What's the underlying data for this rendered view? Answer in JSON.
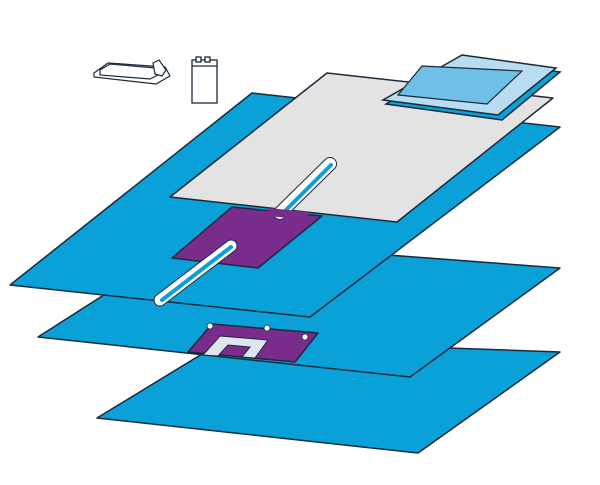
{
  "diagram": {
    "description_free": true,
    "colors": {
      "sheet_blue": "#0aa0d8",
      "sheet_gray": "#e3e3e3",
      "patch_purple": "#7a2c8c",
      "tablet_light": "#b9dcf0",
      "tablet_mid": "#6fbfe6",
      "outline": "#1a2a3a"
    },
    "layers": [
      "small-items",
      "tablet-pack",
      "gray-sheet",
      "top-blue-sheet",
      "middle-blue-sheet",
      "bottom-blue-sheet"
    ]
  }
}
